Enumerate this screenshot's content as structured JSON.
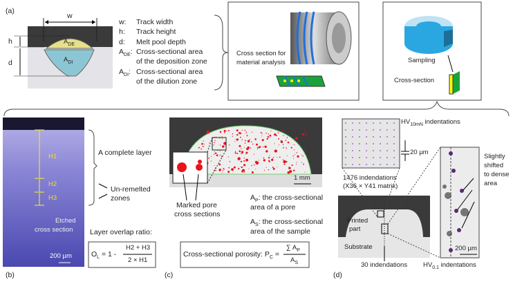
{
  "panels": {
    "a": "(a)",
    "b": "(b)",
    "c": "(c)",
    "d": "(d)"
  },
  "panel_a": {
    "w": "w",
    "h": "h",
    "d": "d",
    "ade": "A",
    "ade_sub": "DE",
    "adi": "A",
    "adi_sub": "DI",
    "legend": [
      {
        "key": "w:",
        "text": "Track width"
      },
      {
        "key": "h:",
        "text": "Track height"
      },
      {
        "key": "d:",
        "text": "Melt pool depth"
      },
      {
        "key": "A",
        "sub": "DE",
        "suffix": ":",
        "text": "Cross-sectional area"
      },
      {
        "key": "",
        "text": "of the deposition zone"
      },
      {
        "key": "A",
        "sub": "DI",
        "suffix": ":",
        "text": "Cross-sectional area"
      },
      {
        "key": "",
        "text": "of the dilution zone"
      }
    ],
    "cross_section_label_1": "Cross section for",
    "cross_section_label_2": "material analysis",
    "sampling": "Sampling",
    "cross_section": "Cross-section"
  },
  "panel_b": {
    "h1": "H1",
    "h2": "H2",
    "h3": "H3",
    "complete_layer": "A complete layer",
    "unremelted_1": "Un-remelted",
    "unremelted_2": "zones",
    "etched_1": "Etched",
    "etched_2": "cross section",
    "scale": "200 µm",
    "ratio_title": "Layer overlap ratio:",
    "formula_lhs": "O",
    "formula_lhs_sub": "L",
    "formula_mid": "= 1 -",
    "numerator": "H2 + H3",
    "denominator": "2 × H1"
  },
  "panel_c": {
    "scale": "1 mm",
    "marked_1": "Marked pore",
    "marked_2": "cross sections",
    "ap_1": "A",
    "ap_sub": "P",
    "ap_text": ": the cross-sectional",
    "ap_2": "area of a pore",
    "as_1": "A",
    "as_sub": "S",
    "as_text": ": the cross-sectional",
    "as_2": "area of the sample",
    "formula_label": "Cross-sectional porosity:",
    "pc": "P",
    "pc_sub": "C",
    "eq": "=",
    "numerator": "∑ A",
    "num_sub": "P",
    "denominator": "A",
    "den_sub": "S"
  },
  "panel_d": {
    "hv10_pre": "HV",
    "hv10_sub": "10mN",
    "hv10_post": " indentations",
    "spacing": "20 µm",
    "count_1": "1476 indendations",
    "count_2": "(X36 × Y41 matrix)",
    "printed_1": "Printed",
    "printed_2": "part",
    "substrate": "Substrate",
    "thirty": "30 indendations",
    "hv01_pre": "HV",
    "hv01_sub": "0.1",
    "hv01_post": " indentations",
    "shift_1": "Slightly",
    "shift_2": "shifted",
    "shift_3": "to dense",
    "shift_4": "area",
    "scale": "200 µm"
  },
  "colors": {
    "deposit": "#e6e08a",
    "dilution": "#8cc6d4",
    "ring": "#2aa7e0",
    "green": "#1aa33a",
    "pore": "#e8141c",
    "etched": "#4a48b0"
  }
}
